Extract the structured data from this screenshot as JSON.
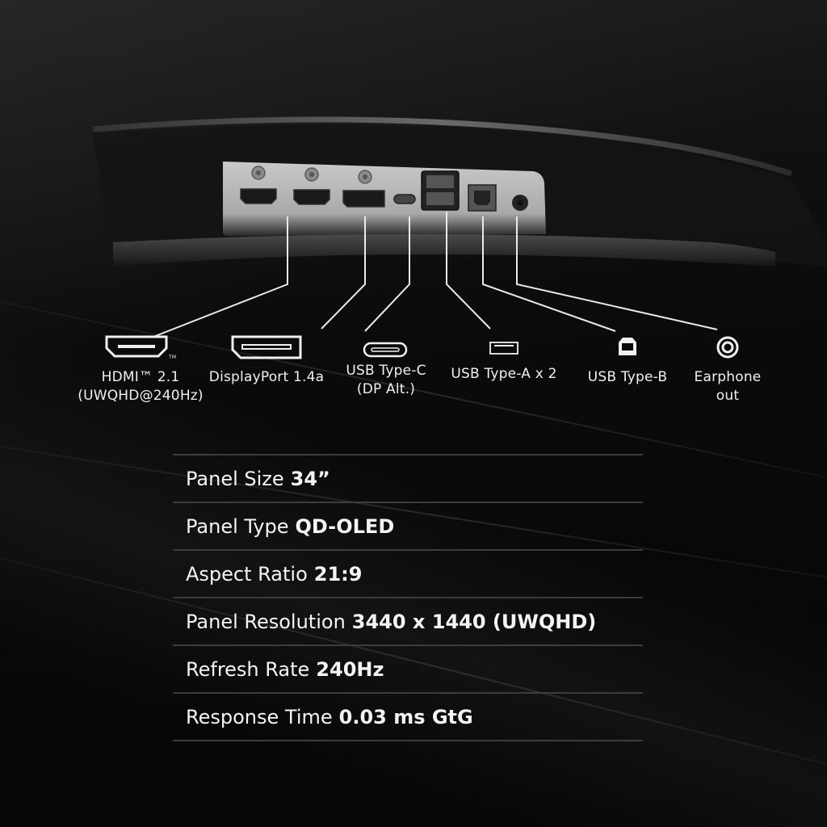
{
  "ports": [
    {
      "icon": "hdmi-icon",
      "line1": "HDMI™ 2.1",
      "line2": "(UWQHD@240Hz)"
    },
    {
      "icon": "displayport-icon",
      "line1": "DisplayPort 1.4a",
      "line2": ""
    },
    {
      "icon": "usb-type-c-icon",
      "line1": "USB Type-C",
      "line2": "(DP Alt.)"
    },
    {
      "icon": "usb-type-a-icon",
      "line1": "USB Type-A x 2",
      "line2": ""
    },
    {
      "icon": "usb-type-b-icon",
      "line1": "USB Type-B",
      "line2": ""
    },
    {
      "icon": "earphone-jack-icon",
      "line1": "Earphone",
      "line2": "out"
    }
  ],
  "hdmi_trademark": "TM",
  "specs": [
    {
      "label": "Panel Size",
      "value": "34”"
    },
    {
      "label": "Panel Type",
      "value": "QD-OLED"
    },
    {
      "label": "Aspect Ratio",
      "value": "21:9"
    },
    {
      "label": "Panel Resolution",
      "value": "3440 x 1440 (UWQHD)"
    },
    {
      "label": "Refresh Rate",
      "value": "240Hz"
    },
    {
      "label": "Response Time",
      "value": "0.03 ms GtG"
    }
  ],
  "colors": {
    "background": "#070707",
    "text": "#f2f2f2",
    "divider": "#3c3c3c",
    "io_panel": "#bdbdbd"
  }
}
